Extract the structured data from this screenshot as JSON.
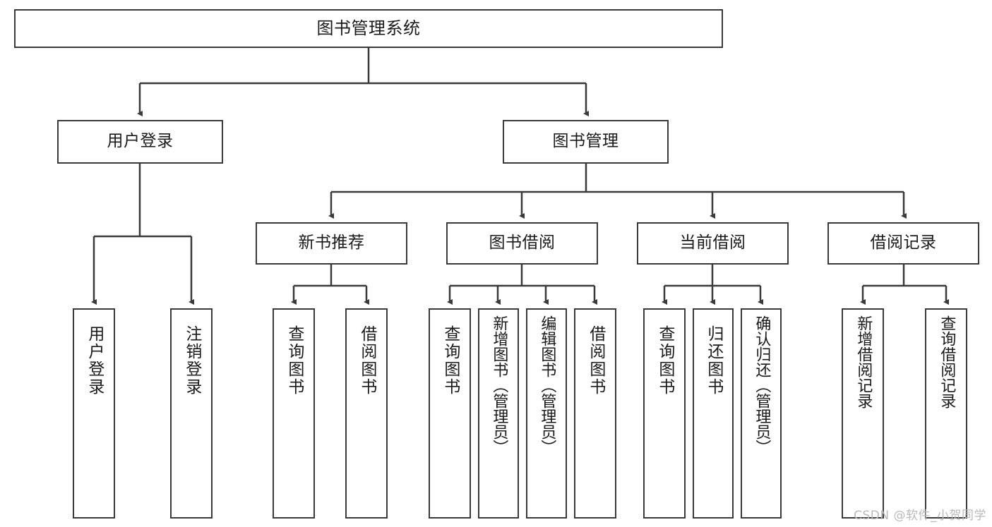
{
  "diagram": {
    "title": "图书管理系统",
    "type": "tree-hierarchy",
    "root": {
      "id": "root",
      "label": "图书管理系统"
    },
    "level2": [
      {
        "id": "user-login",
        "label": "用户登录"
      },
      {
        "id": "book-manage",
        "label": "图书管理"
      }
    ],
    "level3": [
      {
        "id": "new-book-rec",
        "label": "新书推荐",
        "parent": "book-manage"
      },
      {
        "id": "book-borrow",
        "label": "图书借阅",
        "parent": "book-manage"
      },
      {
        "id": "current-borrow",
        "label": "当前借阅",
        "parent": "book-manage"
      },
      {
        "id": "borrow-record",
        "label": "借阅记录",
        "parent": "book-manage"
      }
    ],
    "leaves": [
      {
        "id": "leaf-user-login",
        "label": "用户登录",
        "parent": "user-login"
      },
      {
        "id": "leaf-user-logout",
        "label": "注销登录",
        "parent": "user-login"
      },
      {
        "id": "leaf-query-book-1",
        "label": "查询图书",
        "parent": "new-book-rec"
      },
      {
        "id": "leaf-borrow-book-1",
        "label": "借阅图书",
        "parent": "new-book-rec"
      },
      {
        "id": "leaf-query-book-2",
        "label": "查询图书",
        "parent": "book-borrow"
      },
      {
        "id": "leaf-add-book",
        "label": "新增图书（管理员）",
        "parent": "book-borrow"
      },
      {
        "id": "leaf-edit-book",
        "label": "编辑图书（管理员）",
        "parent": "book-borrow"
      },
      {
        "id": "leaf-borrow-book-2",
        "label": "借阅图书",
        "parent": "book-borrow"
      },
      {
        "id": "leaf-query-book-3",
        "label": "查询图书",
        "parent": "current-borrow"
      },
      {
        "id": "leaf-return-book",
        "label": "归还图书",
        "parent": "current-borrow"
      },
      {
        "id": "leaf-confirm-return",
        "label": "确认归还（管理员）",
        "parent": "current-borrow"
      },
      {
        "id": "leaf-add-record",
        "label": "新增借阅记录",
        "parent": "borrow-record"
      },
      {
        "id": "leaf-query-record",
        "label": "查询借阅记录",
        "parent": "borrow-record"
      }
    ]
  },
  "watermark": {
    "text": "CSDN @软件_小贺同学"
  },
  "colors": {
    "box_border": "#3a3a3a",
    "box_fill": "#ffffff",
    "connector": "#3a3a3a",
    "text": "#1a1a1a",
    "watermark": "#b9b9b9",
    "background": "#ffffff"
  }
}
